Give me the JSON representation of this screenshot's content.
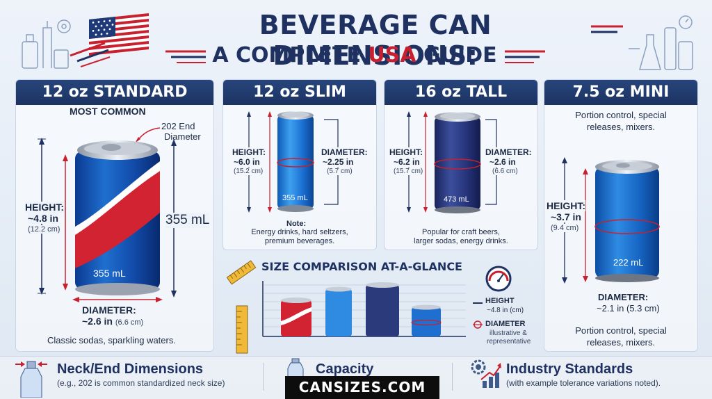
{
  "header": {
    "title_line1": "BEVERAGE CAN DIMENSIONS:",
    "title_line2_a": "A COMPLETE ",
    "title_line2_b": "USA",
    "title_line2_c": " GUIDE"
  },
  "panels": {
    "standard": {
      "title": "12 oz STANDARD",
      "subtitle": "MOST COMMON",
      "end_label_1": "202 End",
      "end_label_2": "Diameter",
      "height_label": "HEIGHT:",
      "height_in": "~4.8 in",
      "height_cm": "(12.2 cm)",
      "volume_side": "355 mL",
      "can_label": "355 mL",
      "diameter_label": "DIAMETER:",
      "diameter_in": "~2.6 in",
      "diameter_cm": "(6.6 cm)",
      "uses": "Classic sodas, sparkling waters."
    },
    "slim": {
      "title": "12 oz SLIM",
      "height_label": "HEIGHT:",
      "height_in": "~6.0 in",
      "height_cm": "(15.2 cm)",
      "diameter_label": "DIAMETER:",
      "diameter_in": "~2.25 in",
      "diameter_cm": "(5.7 cm)",
      "can_label": "355 mL",
      "note_label": "Note:",
      "note_1": "Energy drinks, hard seltzers,",
      "note_2": "premium beverages."
    },
    "tall": {
      "title": "16 oz TALL",
      "height_label": "HEIGHT:",
      "height_in": "~6.2 in",
      "height_cm": "(15.7 cm)",
      "diameter_label": "DIAMETER:",
      "diameter_in": "~2.6 in",
      "diameter_cm": "(6.6 cm)",
      "can_label": "473 mL",
      "uses_1": "Popular for craft beers,",
      "uses_2": "larger sodas, energy drinks."
    },
    "mini": {
      "title": "7.5 oz MINI",
      "top_1": "Portion control, special",
      "top_2": "releases, mixers.",
      "height_label": "HEIGHT:",
      "height_in": "~3.7 in",
      "height_cm": "(9.4 cm)",
      "can_label": "222 mL",
      "diameter_label": "DIAMETER:",
      "diameter_text": "~2.1 in (5.3 cm)",
      "bottom_1": "Portion control, special",
      "bottom_2": "releases, mixers."
    }
  },
  "comparison": {
    "title": "SIZE COMPARISON AT-A-GLANCE",
    "legend_height": "HEIGHT",
    "legend_height_value": "~4.8 in (cm)",
    "legend_diameter": "DIAMETER",
    "legend_diameter_note_1": "illustrative &",
    "legend_diameter_note_2": "representative"
  },
  "footer": {
    "neck_title": "Neck/End Dimensions",
    "neck_sub": "(e.g., 202 is common standardized neck size)",
    "capacity_title": "Capacity",
    "industry_title": "Industry Standards",
    "industry_sub": "(with example tolerance variations noted).",
    "brand": "CANSIZES.COM"
  },
  "colors": {
    "navy": "#1e3160",
    "red": "#c8202f",
    "can_blue": "#1f6fd0",
    "can_red": "#d22333",
    "can_navy": "#2a3a7a"
  }
}
